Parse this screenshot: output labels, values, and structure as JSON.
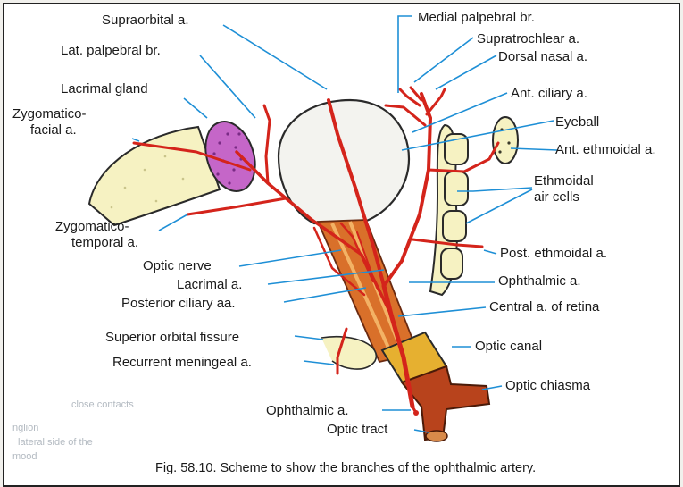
{
  "labels": {
    "supraorbital": "Supraorbital a.",
    "medial_palpebral": "Medial palpebral br.",
    "supratrochlear": "Supratrochlear a.",
    "dorsal_nasal": "Dorsal nasal a.",
    "lat_palpebral": "Lat. palpebral br.",
    "lacrimal_gland": "Lacrimal gland",
    "zygomatico_facial_1": "Zygomatico-",
    "zygomatico_facial_2": "facial a.",
    "ant_ciliary": "Ant. ciliary a.",
    "eyeball": "Eyeball",
    "ant_ethmoidal": "Ant. ethmoidal a.",
    "ethmoidal_air_cells_1": "Ethmoidal",
    "ethmoidal_air_cells_2": "air cells",
    "zygomatico_temporal_1": "Zygomatico-",
    "zygomatico_temporal_2": "temporal a.",
    "post_ethmoidal": "Post. ethmoidal a.",
    "optic_nerve": "Optic nerve",
    "lacrimal_a": "Lacrimal a.",
    "ophthalmic_a_right": "Ophthalmic a.",
    "posterior_ciliary": "Posterior ciliary aa.",
    "central_retina": "Central a. of retina",
    "superior_orbital_fissure": "Superior orbital fissure",
    "optic_canal": "Optic canal",
    "recurrent_meningeal": "Recurrent meningeal a.",
    "optic_chiasma": "Optic chiasma",
    "ophthalmic_a_bottom": "Ophthalmic a.",
    "optic_tract": "Optic tract"
  },
  "caption": "Fig. 58.10. Scheme to show the branches of the ophthalmic artery.",
  "bleed_through": {
    "line1": "nglion",
    "line2": "close contacts",
    "line3": "lateral side of the",
    "line4": "mood"
  },
  "colors": {
    "artery": "#d4241b",
    "leader": "#1e8fd6",
    "bone": "#f6f2c2",
    "gland": "#c566c8",
    "nerve": "#d9702a",
    "eyeball": "#f3f3ef",
    "background": "#f1f0ec"
  }
}
